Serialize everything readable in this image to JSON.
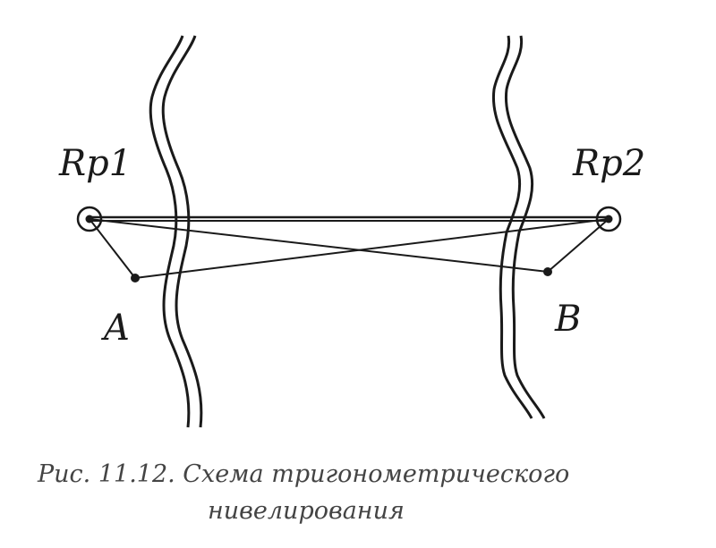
{
  "labels": {
    "rp1": "Rp1",
    "rp2": "Rp2",
    "point_a": "A",
    "point_b": "B"
  },
  "caption": {
    "line1": "Рис. 11.12. Схема тригонометрического",
    "line2": "нивелирования"
  },
  "colors": {
    "stroke": "#1a1a1a",
    "caption_text": "#444444"
  }
}
